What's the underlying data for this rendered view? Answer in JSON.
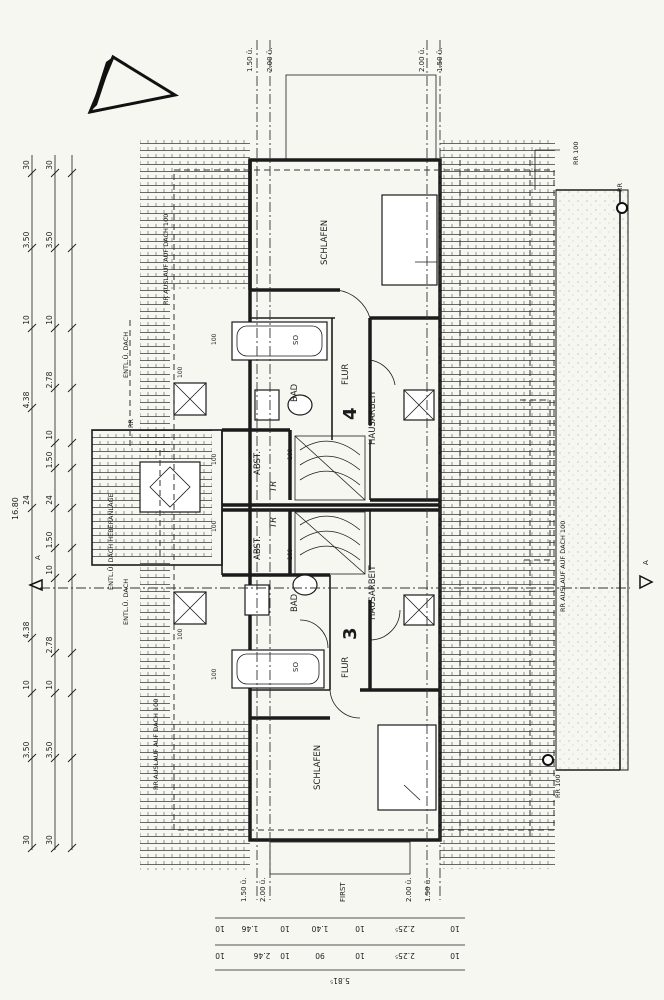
{
  "rooms": {
    "schlafen_upper": "SCHLAFEN",
    "bad_upper": "BAD",
    "flur_upper": "FLUR",
    "unit_upper": "4",
    "hausarbeit_upper": "HAUSARBEIT",
    "abst_upper": "ABST.",
    "tr_upper": "TR",
    "abst_lower": "ABST.",
    "tr_lower": "TR",
    "bad_lower": "BAD",
    "flur_lower": "FLUR",
    "unit_lower": "3",
    "hausarbeit_lower": "HAUSARBEIT",
    "schlafen_lower": "SCHLAFEN",
    "baths": [
      "SO",
      "SO"
    ],
    "stair_steps": [
      "100",
      "100"
    ]
  },
  "annotations": {
    "rr_auslauf_upper": "RR AUSLAUF AUF DACH 100",
    "entl_upper": "ENTL.Ü. DACH",
    "rr_left": "RR",
    "entl_lower": "ENTL.Ü. DACH",
    "entl_heberanlage": "ENTL.Ü. DACH HEBERANLAGE",
    "rr_auslauf_lower": "RR AUSLAUF AUF DACH 100",
    "rr_top": "RR 100",
    "rr_right": "RR",
    "rr_auslauf_right": "RR AUSLAUF AUF DACH 100",
    "rr_bottom": "RR 100",
    "first": "FIRST",
    "pipe_labels": [
      "100",
      "100",
      "100",
      "100",
      "100",
      "100"
    ],
    "section_mark": "A",
    "section_mark_right": "A"
  },
  "top_levels": [
    "1.50 ü.",
    "2.00 ü.",
    "2.00 ü.",
    "1.50 ü."
  ],
  "bottom_levels": [
    "1.50 ü.",
    "2.00 ü.",
    "2.00 ü.",
    "1.50 ü."
  ],
  "left_dims": {
    "overall": "16.80",
    "outer": [
      "30",
      "3.50",
      "10",
      "4.38",
      "24",
      "4.38",
      "10",
      "3.50",
      "30"
    ],
    "inner": [
      "30",
      "3.50",
      "10",
      "2.78",
      "10",
      "1.50",
      "24",
      "1.50",
      "10",
      "2.78",
      "10",
      "3.50",
      "30"
    ]
  },
  "bottom_dims": {
    "row1": [
      "10",
      "1.46",
      "10",
      "1.40",
      "10",
      "2.25⁵",
      "10"
    ],
    "row2": [
      "10",
      "2.46",
      "10",
      "90",
      "10",
      "2.25⁵",
      "10"
    ],
    "row3": [
      "5.81⁵"
    ]
  }
}
